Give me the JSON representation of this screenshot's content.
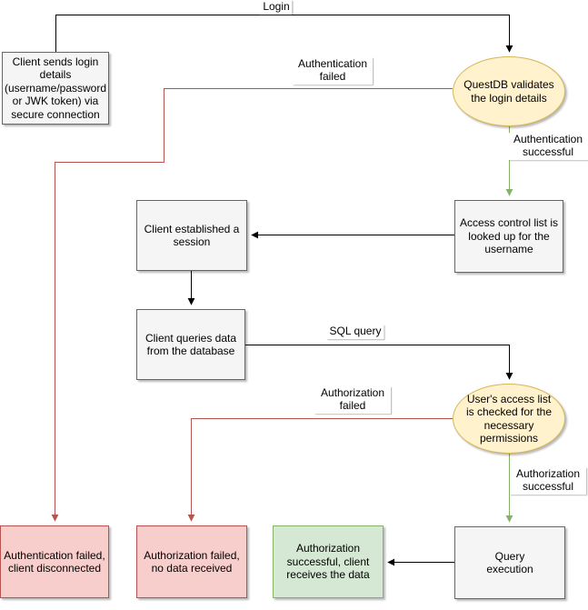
{
  "diagram": {
    "nodes": {
      "client_login": {
        "label": "Client sends login details (username/password or JWK token) via secure connection"
      },
      "questdb_validates": {
        "label": "QuestDB validates the login details"
      },
      "acl_lookup": {
        "label": "Access control list is looked up for the username"
      },
      "session": {
        "label": "Client established a session"
      },
      "queries": {
        "label": "Client queries data from the database"
      },
      "user_acl_check": {
        "label": "User's access list is checked for the necessary permissions"
      },
      "auth_failed_box": {
        "label": "Authentication failed, client disconnected"
      },
      "authz_failed_box": {
        "label": "Authorization failed, no data received"
      },
      "authz_success_box": {
        "label": "Authorization successful, client receives the data"
      },
      "query_execution": {
        "label": "Query execution"
      }
    },
    "edge_labels": {
      "login": "Login",
      "auth_failed": "Authentication failed",
      "auth_success": "Authentication successful",
      "sql_query": "SQL query",
      "authz_failed": "Authorization failed",
      "authz_success": "Authorization successful"
    },
    "colors": {
      "process_fill": "#f5f5f5",
      "process_border": "#666666",
      "decision_fill": "#fff2cc",
      "decision_border": "#d6b656",
      "failure_fill": "#f8cecc",
      "failure_border": "#b85450",
      "success_fill": "#d5e8d4",
      "success_border": "#82b366",
      "edge_default": "#000000",
      "edge_failure": "#b85450",
      "edge_success": "#82b366"
    }
  }
}
